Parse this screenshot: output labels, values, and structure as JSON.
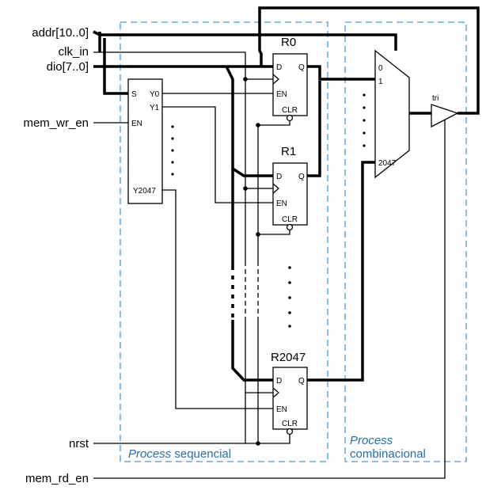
{
  "signals": {
    "addr": "addr[10..0]",
    "clk": "clk_in",
    "dio": "dio[7..0]",
    "mem_wr_en": "mem_wr_en",
    "nrst": "nrst",
    "mem_rd_en": "mem_rd_en"
  },
  "decoder": {
    "s": "S",
    "en": "EN",
    "y0": "Y0",
    "y1": "Y1",
    "ylast": "Y2047"
  },
  "registers": [
    {
      "name": "R0"
    },
    {
      "name": "R1"
    },
    {
      "name": "R2047"
    }
  ],
  "ff_pins": {
    "d": "D",
    "q": "Q",
    "en": "EN",
    "clr": "CLR"
  },
  "mux": {
    "in0": "0",
    "in1": "1",
    "inlast": "2047"
  },
  "buffer": {
    "label": "tri"
  },
  "process_seq": {
    "italic": "Process",
    "rest": " sequencial"
  },
  "process_comb": {
    "italic": "Process",
    "rest": "combinacional"
  }
}
